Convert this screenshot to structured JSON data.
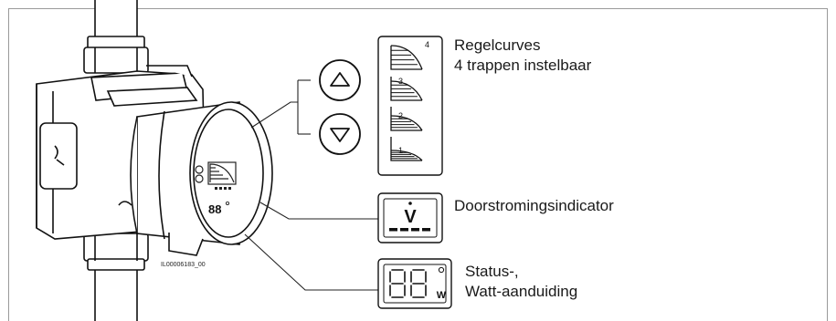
{
  "labels": {
    "regelcurves_title": "Regelcurves",
    "regelcurves_sub": "4 trappen instelbaar",
    "flow_indicator": "Doorstromingsindicator",
    "status_line1": "Status-,",
    "status_line2": "Watt-aanduiding",
    "image_ref": "IL00006183_00"
  },
  "curve_steps": [
    "4",
    "3",
    "2",
    "1"
  ],
  "pump_display": "88",
  "status_display": "88",
  "status_unit": "W",
  "flow_symbol": "V"
}
